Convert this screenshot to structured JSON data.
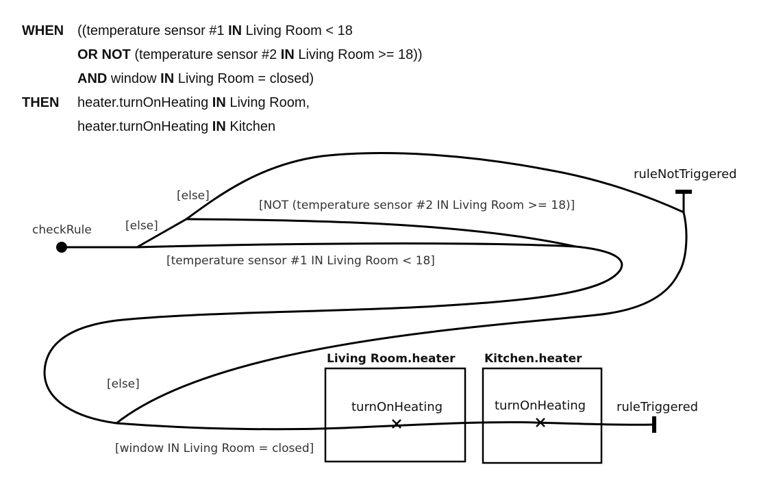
{
  "rule": {
    "when_kw": "WHEN",
    "line1_a": "((temperature sensor #1 ",
    "line1_in": "IN",
    "line1_b": " Living Room < 18",
    "line2_kw": "OR NOT",
    "line2_a": " (temperature sensor #2 ",
    "line2_in": "IN",
    "line2_b": " Living Room >= 18))",
    "line3_kw": "AND",
    "line3_a": " window ",
    "line3_in": "IN",
    "line3_b": " Living Room = closed)",
    "then_kw": "THEN",
    "line4_a": "heater.turnOnHeating ",
    "line4_in": "IN",
    "line4_b": " Living Room,",
    "line5_a": "heater.turnOnHeating ",
    "line5_in": "IN",
    "line5_b": " Kitchen"
  },
  "diagram": {
    "start_label": "checkRule",
    "end_not_triggered": "ruleNotTriggered",
    "end_triggered": "ruleTriggered",
    "else_1": "[else]",
    "else_2": "[else]",
    "else_3": "[else]",
    "guard_not_sensor2": "[NOT (temperature sensor #2 IN Living Room >= 18)]",
    "guard_sensor1": "[temperature sensor #1 IN Living Room < 18]",
    "guard_window": "[window IN Living Room = closed]",
    "lane_living_room": "Living Room.heater",
    "lane_kitchen": "Kitchen.heater",
    "action_living_room": "turnOnHeating",
    "action_kitchen": "turnOnHeating"
  }
}
